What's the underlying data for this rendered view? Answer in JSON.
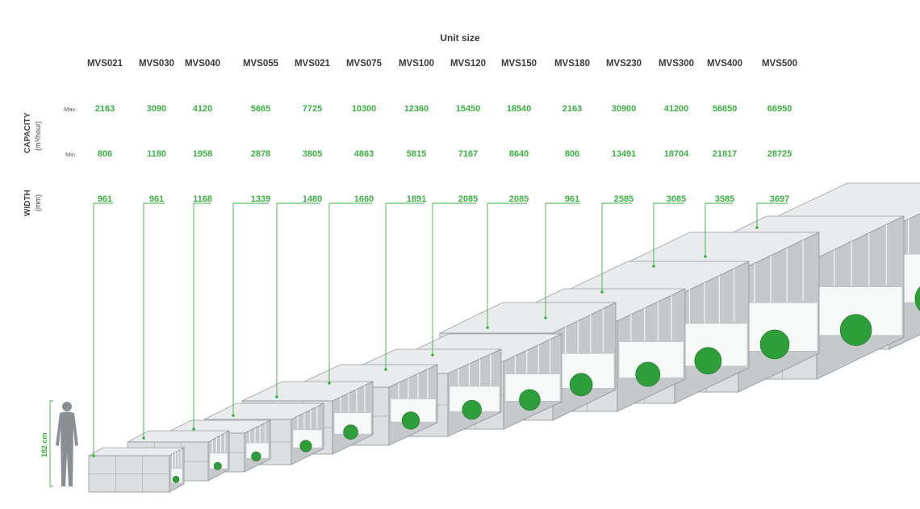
{
  "title": "Unit size",
  "labels": {
    "capacity": "CAPACITY",
    "capacity_unit": "(m³/hour)",
    "width": "WIDTH",
    "width_unit": "(mm)",
    "max": "Max.",
    "min": "Min.",
    "person_height": "182 cm"
  },
  "colors": {
    "accent": "#3cb043",
    "text": "#3a3a3a",
    "unit_body": "#d6d8da",
    "fan": "#2e9e3a"
  },
  "units": [
    {
      "name": "MVS021",
      "max": "2163",
      "min": "806",
      "width": "961"
    },
    {
      "name": "MVS030",
      "max": "3090",
      "min": "1180",
      "width": "961"
    },
    {
      "name": "MVS040",
      "max": "4120",
      "min": "1958",
      "width": "1168"
    },
    {
      "name": "MVS055",
      "max": "5665",
      "min": "2878",
      "width": "1339"
    },
    {
      "name": "MVS021",
      "max": "7725",
      "min": "3805",
      "width": "1480"
    },
    {
      "name": "MVS075",
      "max": "10300",
      "min": "4863",
      "width": "1660"
    },
    {
      "name": "MVS100",
      "max": "12360",
      "min": "5815",
      "width": "1891"
    },
    {
      "name": "MVS120",
      "max": "15450",
      "min": "7167",
      "width": "2085"
    },
    {
      "name": "MVS150",
      "max": "18540",
      "min": "8640",
      "width": "2085"
    },
    {
      "name": "MVS180",
      "max": "2163",
      "min": "806",
      "width": "961"
    },
    {
      "name": "MVS230",
      "max": "30900",
      "min": "13491",
      "width": "2585"
    },
    {
      "name": "MVS300",
      "max": "41200",
      "min": "18704",
      "width": "3085"
    },
    {
      "name": "MVS400",
      "max": "56650",
      "min": "21817",
      "width": "3585"
    },
    {
      "name": "MVS500",
      "max": "66950",
      "min": "28725",
      "width": "3697"
    }
  ]
}
